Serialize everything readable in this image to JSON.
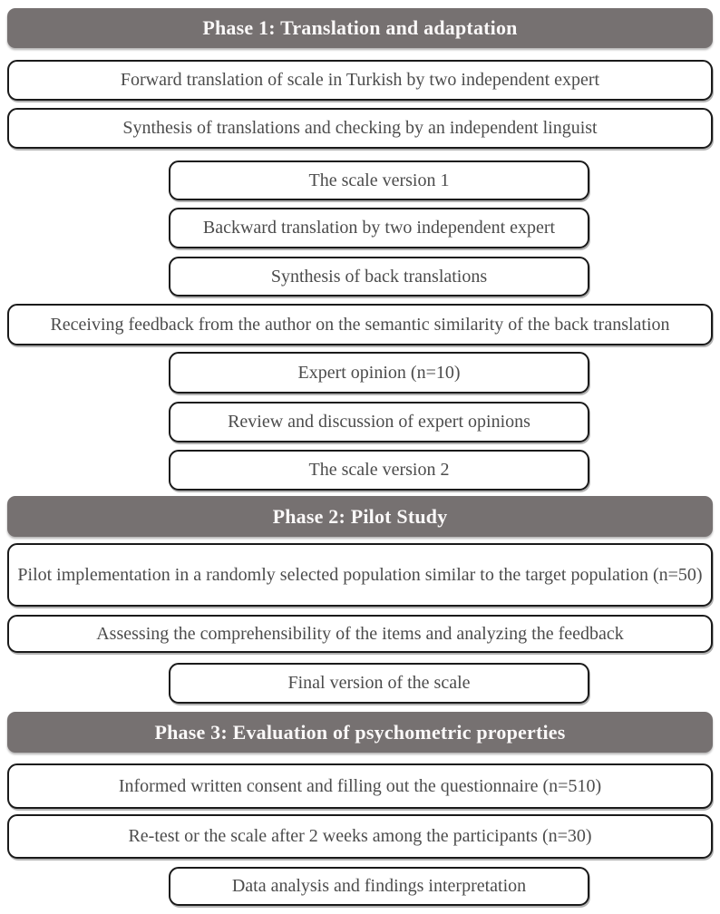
{
  "colors": {
    "page_bg": "#ffffff",
    "phase_bar_bg": "#767171",
    "phase_bar_text": "#faf8f8",
    "box_border": "#1a1a1a",
    "box_text": "#4c4c4c"
  },
  "diagram": {
    "type": "flowchart",
    "items": [
      {
        "id": "phase-1",
        "kind": "phase-header",
        "label": "Phase 1: Translation and adaptation"
      },
      {
        "id": "forward-translation",
        "kind": "step",
        "width": "full",
        "label": "Forward translation of scale in Turkish by two independent expert"
      },
      {
        "id": "synthesis-translations",
        "kind": "step",
        "width": "full",
        "label": "Synthesis of translations and checking by an independent linguist"
      },
      {
        "id": "scale-version-1",
        "kind": "step",
        "width": "mid",
        "label": "The scale version 1"
      },
      {
        "id": "backward-translation",
        "kind": "step",
        "width": "mid",
        "label": "Backward translation by two independent expert"
      },
      {
        "id": "synthesis-back-translations",
        "kind": "step",
        "width": "mid",
        "label": "Synthesis of back translations"
      },
      {
        "id": "author-feedback",
        "kind": "step",
        "width": "full",
        "label": "Receiving feedback from the author on the semantic similarity of the back translation"
      },
      {
        "id": "expert-opinion",
        "kind": "step",
        "width": "mid",
        "label": "Expert opinion (n=10)"
      },
      {
        "id": "expert-review",
        "kind": "step",
        "width": "mid",
        "label": "Review and discussion of expert opinions"
      },
      {
        "id": "scale-version-2",
        "kind": "step",
        "width": "mid",
        "label": "The scale version 2"
      },
      {
        "id": "phase-2",
        "kind": "phase-header",
        "label": "Phase 2: Pilot Study"
      },
      {
        "id": "pilot-implementation",
        "kind": "step",
        "width": "full",
        "label": "Pilot implementation in a randomly selected population similar to the target population (n=50)"
      },
      {
        "id": "comprehensibility-assessment",
        "kind": "step",
        "width": "full",
        "label": "Assessing the comprehensibility of the items and analyzing the feedback"
      },
      {
        "id": "final-version",
        "kind": "step",
        "width": "mid",
        "label": "Final version of the scale"
      },
      {
        "id": "phase-3",
        "kind": "phase-header",
        "label": "Phase 3: Evaluation of psychometric properties"
      },
      {
        "id": "informed-consent",
        "kind": "step",
        "width": "full",
        "label": "Informed written consent and filling out the questionnaire (n=510)"
      },
      {
        "id": "retest",
        "kind": "step",
        "width": "full",
        "label": "Re-test or the scale after 2 weeks among the participants (n=30)"
      },
      {
        "id": "data-analysis",
        "kind": "step",
        "width": "mid",
        "label": "Data analysis and findings interpretation"
      }
    ]
  }
}
